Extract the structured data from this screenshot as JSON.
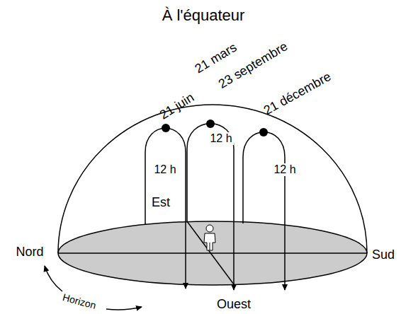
{
  "diagram": {
    "title": "À l'équateur",
    "labels": [
      "21 juin",
      "21 mars",
      "23 septembre",
      "21 décembre",
      "12 h",
      "12 h",
      "12 h",
      "Est",
      "Nord",
      "Sud",
      "Horizon",
      "Ouest"
    ]
  }
}
